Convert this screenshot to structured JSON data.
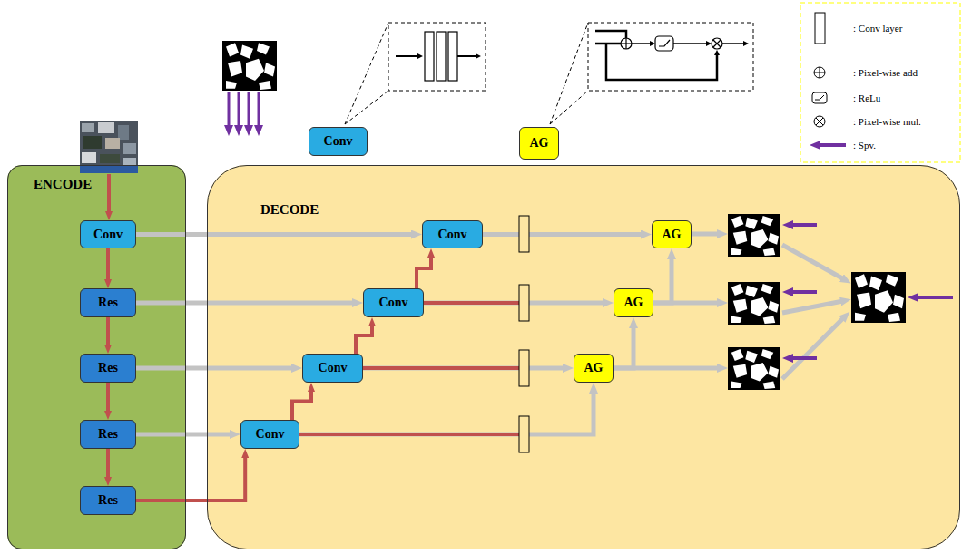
{
  "diagram": {
    "nodes": [
      {
        "text": [
          "Conv"
        ]
      },
      {
        "text": [
          "AG"
        ]
      },
      {
        "text": [
          "ENCODE"
        ]
      },
      {
        "text": [
          "Conv"
        ],
        "in": 2
      },
      {
        "text": [
          "Res"
        ],
        "in": 2
      },
      {
        "text": [
          "Res"
        ],
        "in": 2
      },
      {
        "text": [
          "Res"
        ],
        "in": 2
      },
      {
        "text": [
          "Res"
        ],
        "in": 2
      },
      {
        "text": [
          "DECODE"
        ]
      },
      {
        "text": [
          "Conv"
        ],
        "in": 8
      },
      {
        "text": [
          "Conv"
        ],
        "in": 8
      },
      {
        "text": [
          "Conv"
        ],
        "in": 8
      },
      {
        "text": [
          "Conv"
        ],
        "in": 8
      },
      {
        "text": [
          "AG"
        ],
        "in": 8
      },
      {
        "text": [
          "AG"
        ],
        "in": 8
      },
      {
        "text": [
          "AG"
        ],
        "in": 8
      }
    ],
    "edges": [
      {
        "from": 3,
        "to": 4,
        "arrow": "to"
      },
      {
        "from": 4,
        "to": 5,
        "arrow": "to"
      },
      {
        "from": 5,
        "to": 6,
        "arrow": "to"
      },
      {
        "from": 6,
        "to": 7,
        "arrow": "to"
      },
      {
        "from": 3,
        "to": 9,
        "arrow": "to"
      },
      {
        "from": 4,
        "to": 10,
        "arrow": "to"
      },
      {
        "from": 5,
        "to": 11,
        "arrow": "to"
      },
      {
        "from": 6,
        "to": 12,
        "arrow": "to"
      },
      {
        "from": 7,
        "to": 12,
        "arrow": "to"
      },
      {
        "from": 12,
        "to": 11,
        "arrow": "to"
      },
      {
        "from": 11,
        "to": 10,
        "arrow": "to"
      },
      {
        "from": 10,
        "to": 9,
        "arrow": "to"
      },
      {
        "from": 9,
        "to": 13,
        "arrow": "to"
      },
      {
        "from": 10,
        "to": 14,
        "arrow": "to"
      },
      {
        "from": 11,
        "to": 15,
        "arrow": "to"
      },
      {
        "from": 12,
        "to": 15,
        "arrow": "to"
      },
      {
        "from": 15,
        "to": 14,
        "arrow": "to"
      },
      {
        "from": 14,
        "to": 13,
        "arrow": "to"
      }
    ],
    "legend": [
      {
        "text": ": Conv layer"
      },
      {
        "text": ": Pixel-wise add"
      },
      {
        "text": ": ReLu"
      },
      {
        "text": ": Pixel-wise mul."
      },
      {
        "text": ": Spv."
      }
    ]
  }
}
